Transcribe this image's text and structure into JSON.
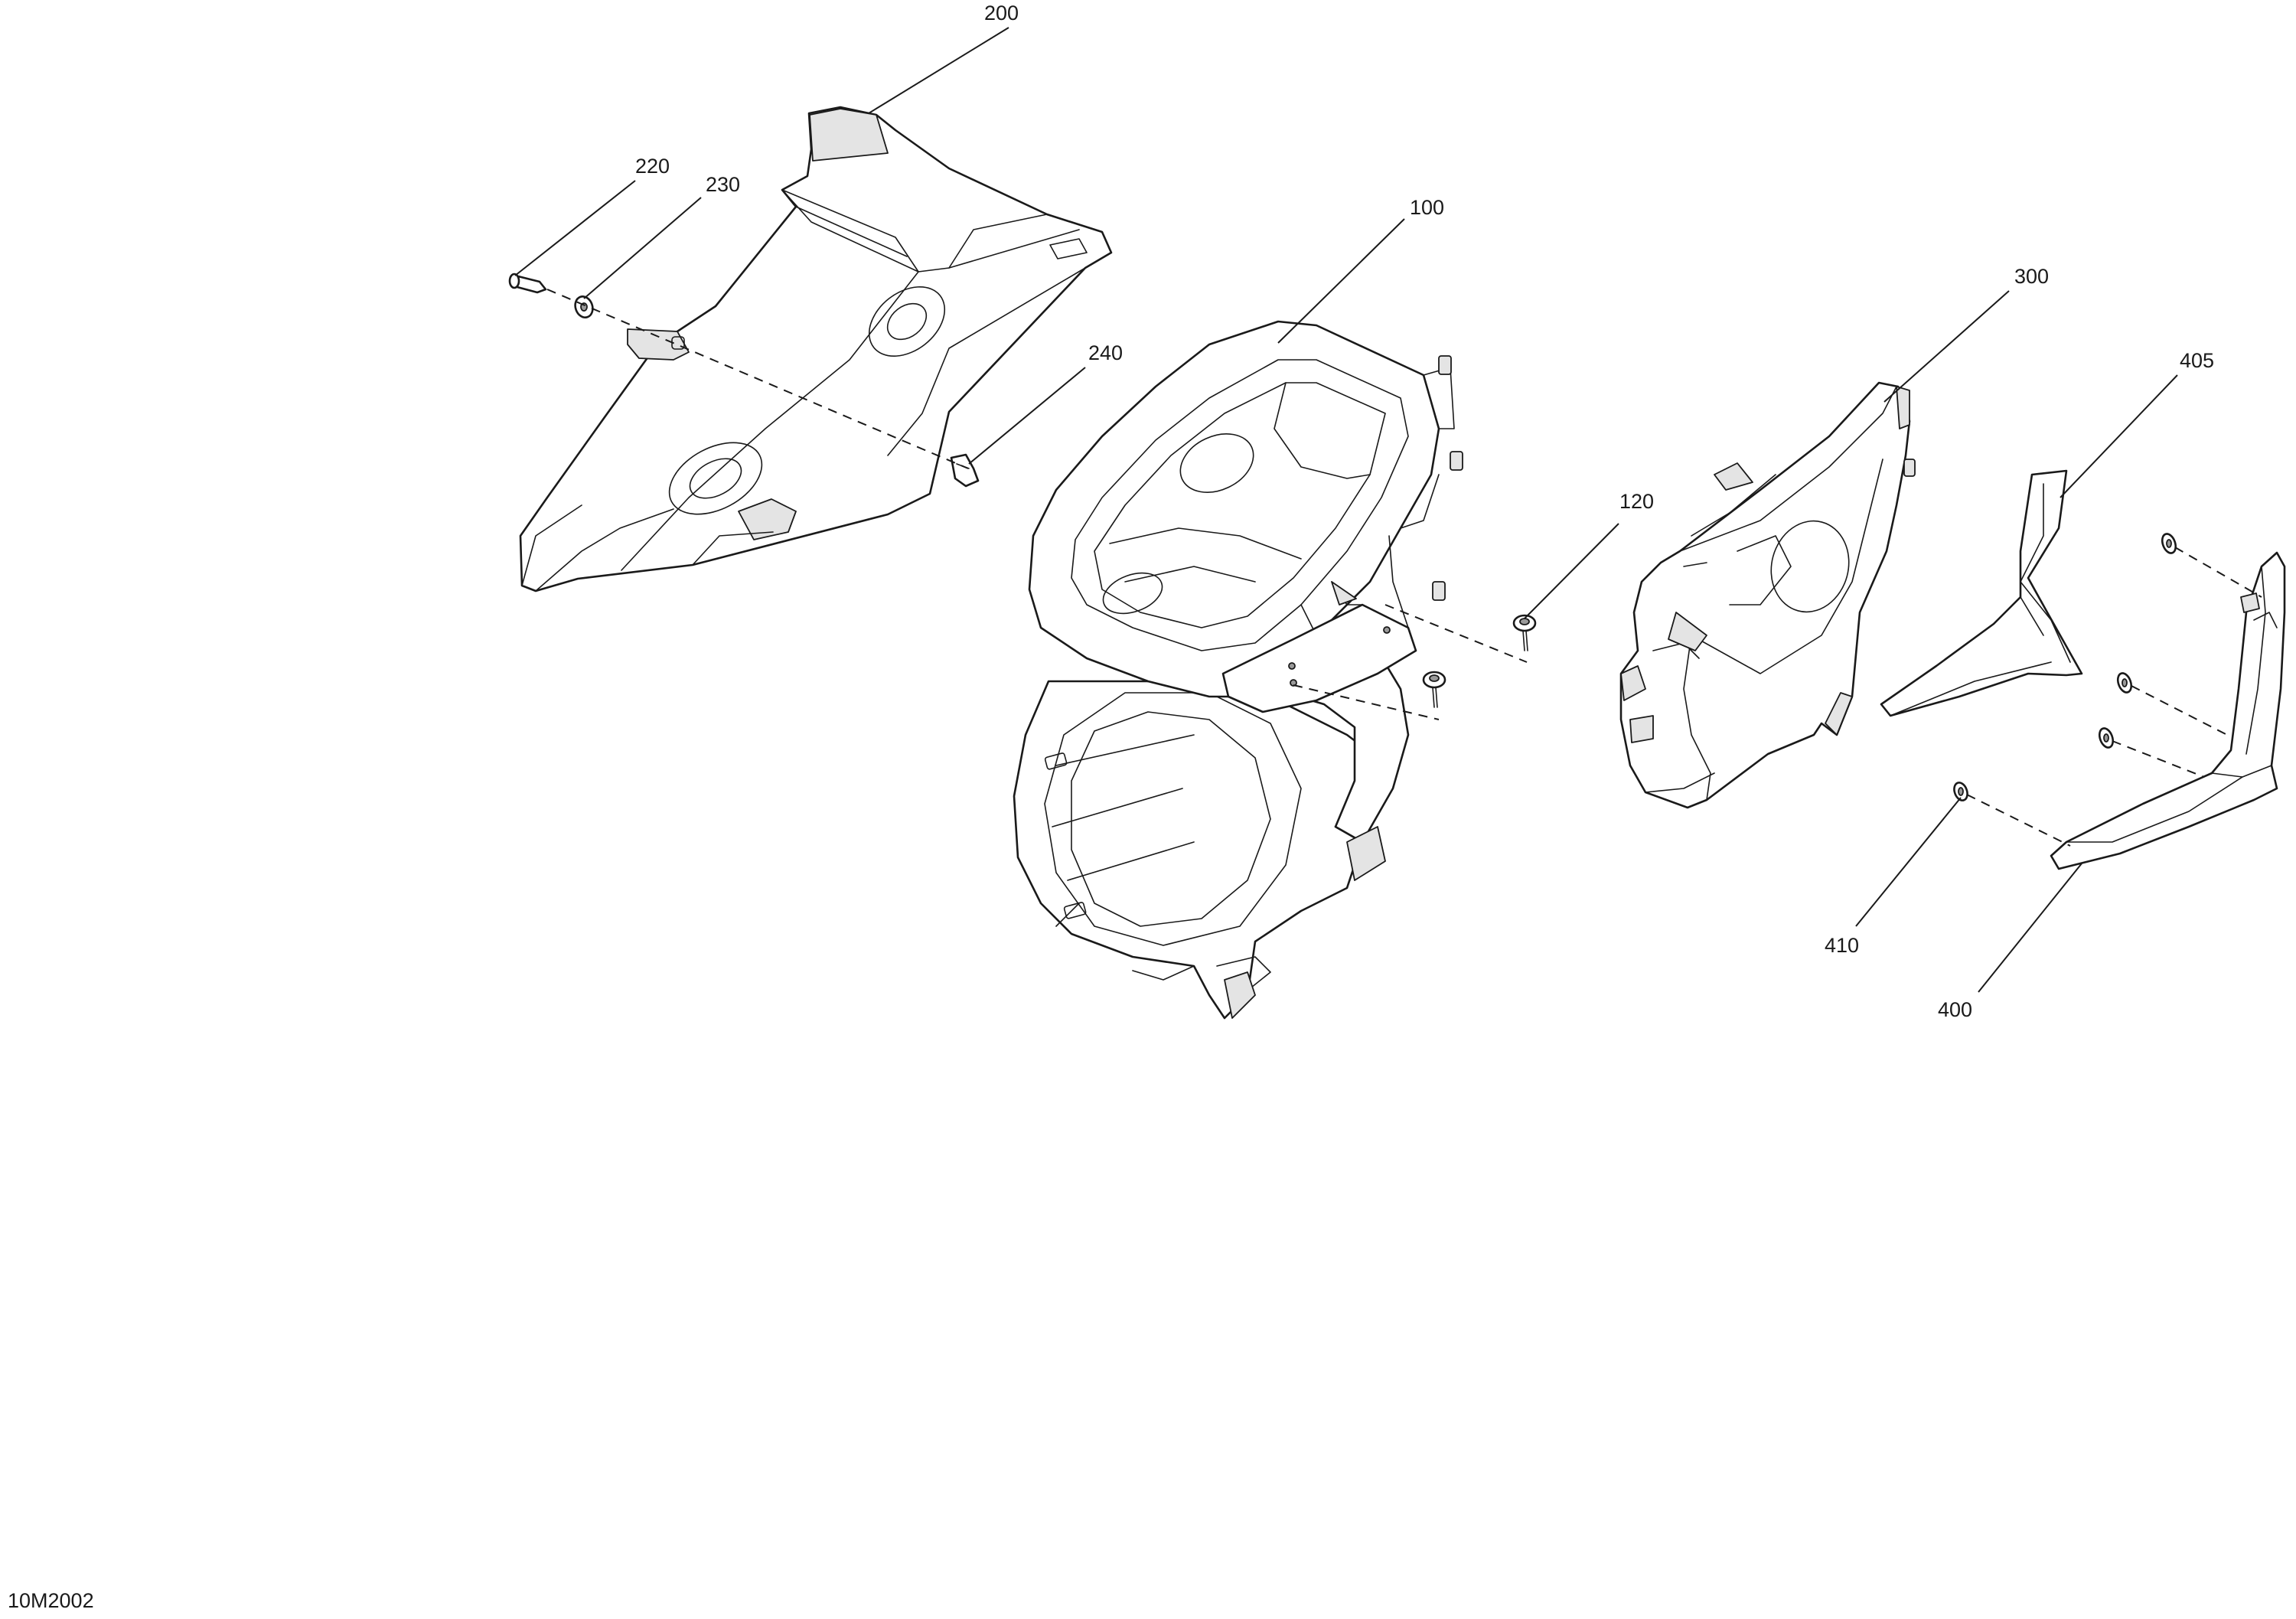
{
  "figure_code": "10M2002",
  "callouts": {
    "c100": "100",
    "c120": "120",
    "c200": "200",
    "c220": "220",
    "c230": "230",
    "c240": "240",
    "c300": "300",
    "c400": "400",
    "c405": "405",
    "c410": "410"
  }
}
